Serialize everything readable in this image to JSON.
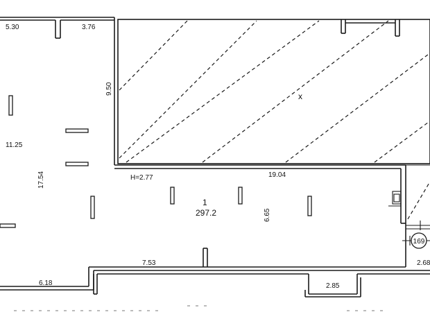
{
  "dimensions": {
    "top_left": "5.30",
    "top_middle": "3.76",
    "hatched_height": "9.50",
    "left_height": "11.25",
    "left_total_height": "17.54",
    "ceiling_height": "H=2.77",
    "corridor_length": "19.04",
    "room_depth": "6.65",
    "bottom_middle": "7.53",
    "bottom_left": "6.18",
    "bottom_right": "2.85",
    "bottom_far_right": "2.68"
  },
  "room": {
    "number": "1",
    "area": "297.2"
  },
  "excluded_area_mark": "x",
  "circle_label": "169"
}
